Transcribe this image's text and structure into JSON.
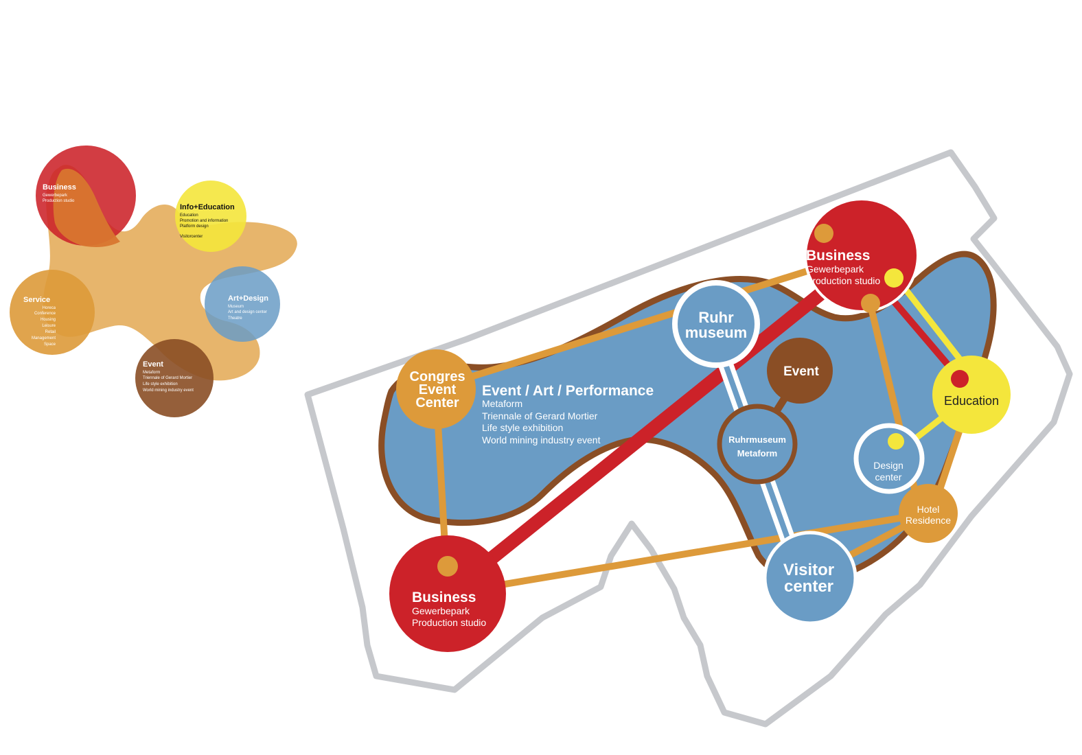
{
  "colors": {
    "red": "#cc2229",
    "orange": "#dd9a3a",
    "yellow": "#f4e63c",
    "blue": "#6a9cc5",
    "brown": "#8a4e25",
    "sand": "#e7b56c",
    "grey": "#c6c8cc"
  },
  "legend": {
    "business": {
      "title": "Business",
      "lines": [
        "Gewerbepark",
        "Production studio"
      ]
    },
    "info": {
      "title": "Info+Education",
      "lines": [
        "Education",
        "Promotion and information",
        "Platform design"
      ],
      "extra": "Visitorcenter"
    },
    "service": {
      "title": "Service",
      "lines": [
        "Horeca",
        "Conference",
        "Housing",
        "Leisure",
        "Retail",
        "Management",
        "Space"
      ]
    },
    "art": {
      "title": "Art+Design",
      "lines": [
        "Museum",
        "Art and design center",
        "Theatre"
      ]
    },
    "event": {
      "title": "Event",
      "lines": [
        "Metaform",
        "Triennale of Gerard Mortier",
        "Life style exhibition",
        "World mining industry event"
      ]
    }
  },
  "map": {
    "business_top": {
      "title": "Business",
      "lines": [
        "Gewerbepark",
        "Production studio"
      ]
    },
    "business_bottom": {
      "title": "Business",
      "lines": [
        "Gewerbepark",
        "Production studio"
      ]
    },
    "congres": {
      "lines": [
        "Congres",
        "Event",
        "Center"
      ]
    },
    "event_art": {
      "title": "Event / Art / Performance",
      "lines": [
        "Metaform",
        "Triennale of Gerard Mortier",
        "Life style exhibition",
        "World mining industry event"
      ]
    },
    "ruhr_museum": {
      "lines": [
        "Ruhr",
        "museum"
      ]
    },
    "event": {
      "title": "Event"
    },
    "ruhrmuseum_metaform": {
      "lines": [
        "Ruhrmuseum",
        "Metaform"
      ]
    },
    "visitor": {
      "lines": [
        "Visitor",
        "center"
      ]
    },
    "education": {
      "title": "Education"
    },
    "design": {
      "lines": [
        "Design",
        "center"
      ]
    },
    "hotel": {
      "lines": [
        "Hotel",
        "Residence"
      ]
    }
  }
}
